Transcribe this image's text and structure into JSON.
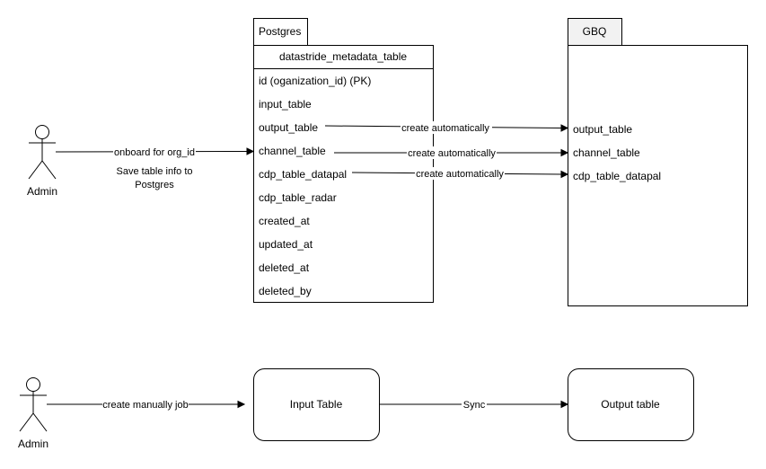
{
  "postgres": {
    "tab_label": "Postgres",
    "table_title": "datastride_metadata_table",
    "fields": [
      "id (oganization_id) (PK)",
      "input_table",
      "output_table",
      "channel_table",
      "cdp_table_datapal",
      "cdp_table_radar",
      "created_at",
      "updated_at",
      "deleted_at",
      "deleted_by"
    ]
  },
  "gbq": {
    "tab_label": "GBQ",
    "fields": [
      "output_table",
      "channel_table",
      "cdp_table_datapal"
    ]
  },
  "actors": {
    "top": {
      "label": "Admin"
    },
    "bottom": {
      "label": "Admin"
    }
  },
  "edges": {
    "onboard": {
      "label": "onboard for org_id",
      "note_line1": "Save table info to",
      "note_line2": "Postgres"
    },
    "auto_output": {
      "label": "create automatically"
    },
    "auto_channel": {
      "label": "create automatically"
    },
    "auto_datapal": {
      "label": "create automatically"
    },
    "manual_job": {
      "label": "create manually job"
    },
    "sync": {
      "label": "Sync"
    }
  },
  "nodes": {
    "input_table": {
      "label": "Input Table"
    },
    "output_table": {
      "label": "Output table"
    }
  }
}
